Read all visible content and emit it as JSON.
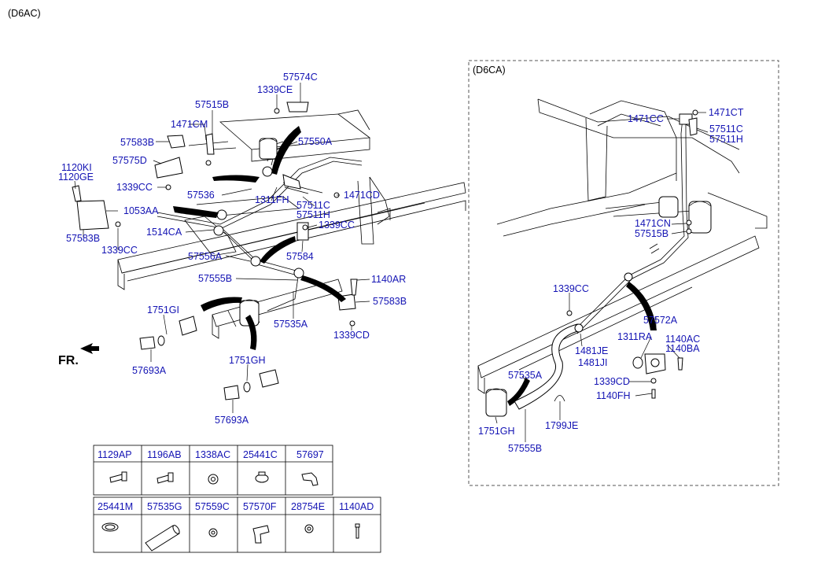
{
  "variant_main": "(D6AC)",
  "variant_inset": "(D6CA)",
  "front_marker": "FR.",
  "left_labels": {
    "p57574C": "57574C",
    "p1339CE": "1339CE",
    "p57515B": "57515B",
    "p1471CM": "1471CM",
    "p57583B_a": "57583B",
    "p57575D": "57575D",
    "p1120KI": "1120KI",
    "p1120GE": "1120GE",
    "p1339CC_a": "1339CC",
    "p57550A": "57550A",
    "p57536": "57536",
    "p1311FH": "1311FH",
    "p1471CD": "1471CD",
    "p57511C": "57511C",
    "p57511H": "57511H",
    "p1053AA": "1053AA",
    "p57583B_b": "57583B",
    "p1339CC_b": "1339CC",
    "p1514CA": "1514CA",
    "p1339CC_c": "1339CC",
    "p57556A": "57556A",
    "p57584": "57584",
    "p57555B": "57555B",
    "p1140AR": "1140AR",
    "p57583B_c": "57583B",
    "p1751GI": "1751GI",
    "p57535A": "57535A",
    "p1339CD": "1339CD",
    "p57693A_a": "57693A",
    "p1751GH": "1751GH",
    "p57693A_b": "57693A"
  },
  "inset_labels": {
    "p1471CC": "1471CC",
    "p1471CT": "1471CT",
    "p57511C": "57511C",
    "p57511H": "57511H",
    "p1471CN": "1471CN",
    "p57515B": "57515B",
    "p1339CC": "1339CC",
    "p57572A": "57572A",
    "p1311RA": "1311RA",
    "p1140AC": "1140AC",
    "p1140BA": "1140BA",
    "p1481JE": "1481JE",
    "p1481JI": "1481JI",
    "p1339CD": "1339CD",
    "p1140FH": "1140FH",
    "p57535A": "57535A",
    "p1751GH": "1751GH",
    "p1799JE": "1799JE",
    "p57555B": "57555B"
  },
  "parts_table": {
    "row1": [
      "1129AP",
      "1196AB",
      "1338AC",
      "25441C",
      "57697"
    ],
    "row2": [
      "25441M",
      "57535G",
      "57559C",
      "57570F",
      "28754E",
      "1140AD"
    ]
  }
}
